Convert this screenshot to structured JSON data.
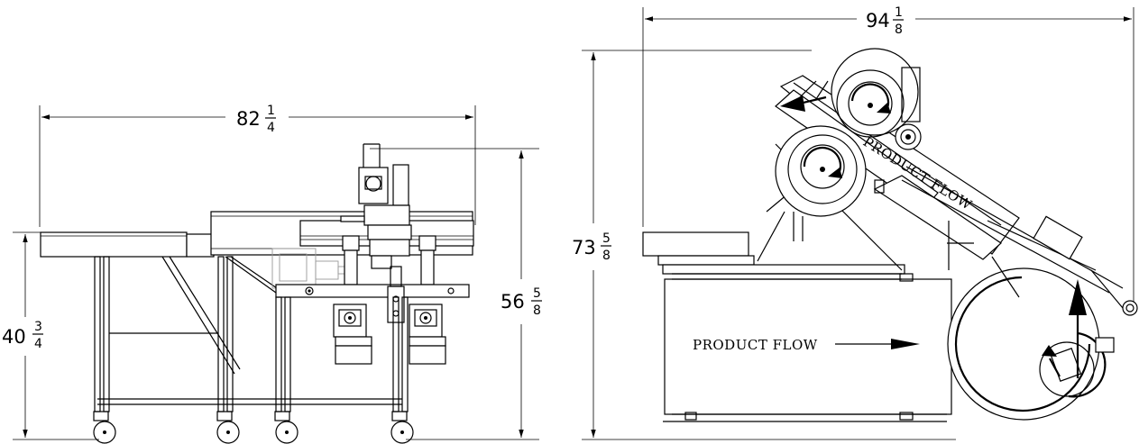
{
  "left_view": {
    "overall_length": {
      "whole": "82",
      "num": "1",
      "den": "4"
    },
    "overall_height": {
      "whole": "56",
      "num": "5",
      "den": "8"
    },
    "table_height": {
      "whole": "40",
      "num": "3",
      "den": "4"
    }
  },
  "right_view": {
    "overall_length": {
      "whole": "94",
      "num": "1",
      "den": "8"
    },
    "overall_height": {
      "whole": "73",
      "num": "5",
      "den": "8"
    },
    "flow_label_horizontal": "PRODUCT FLOW",
    "flow_label_inclined": "PRODUCT FLOW"
  },
  "colors": {
    "line": "#000000",
    "background": "#ffffff",
    "hidden_line": "#999999"
  }
}
